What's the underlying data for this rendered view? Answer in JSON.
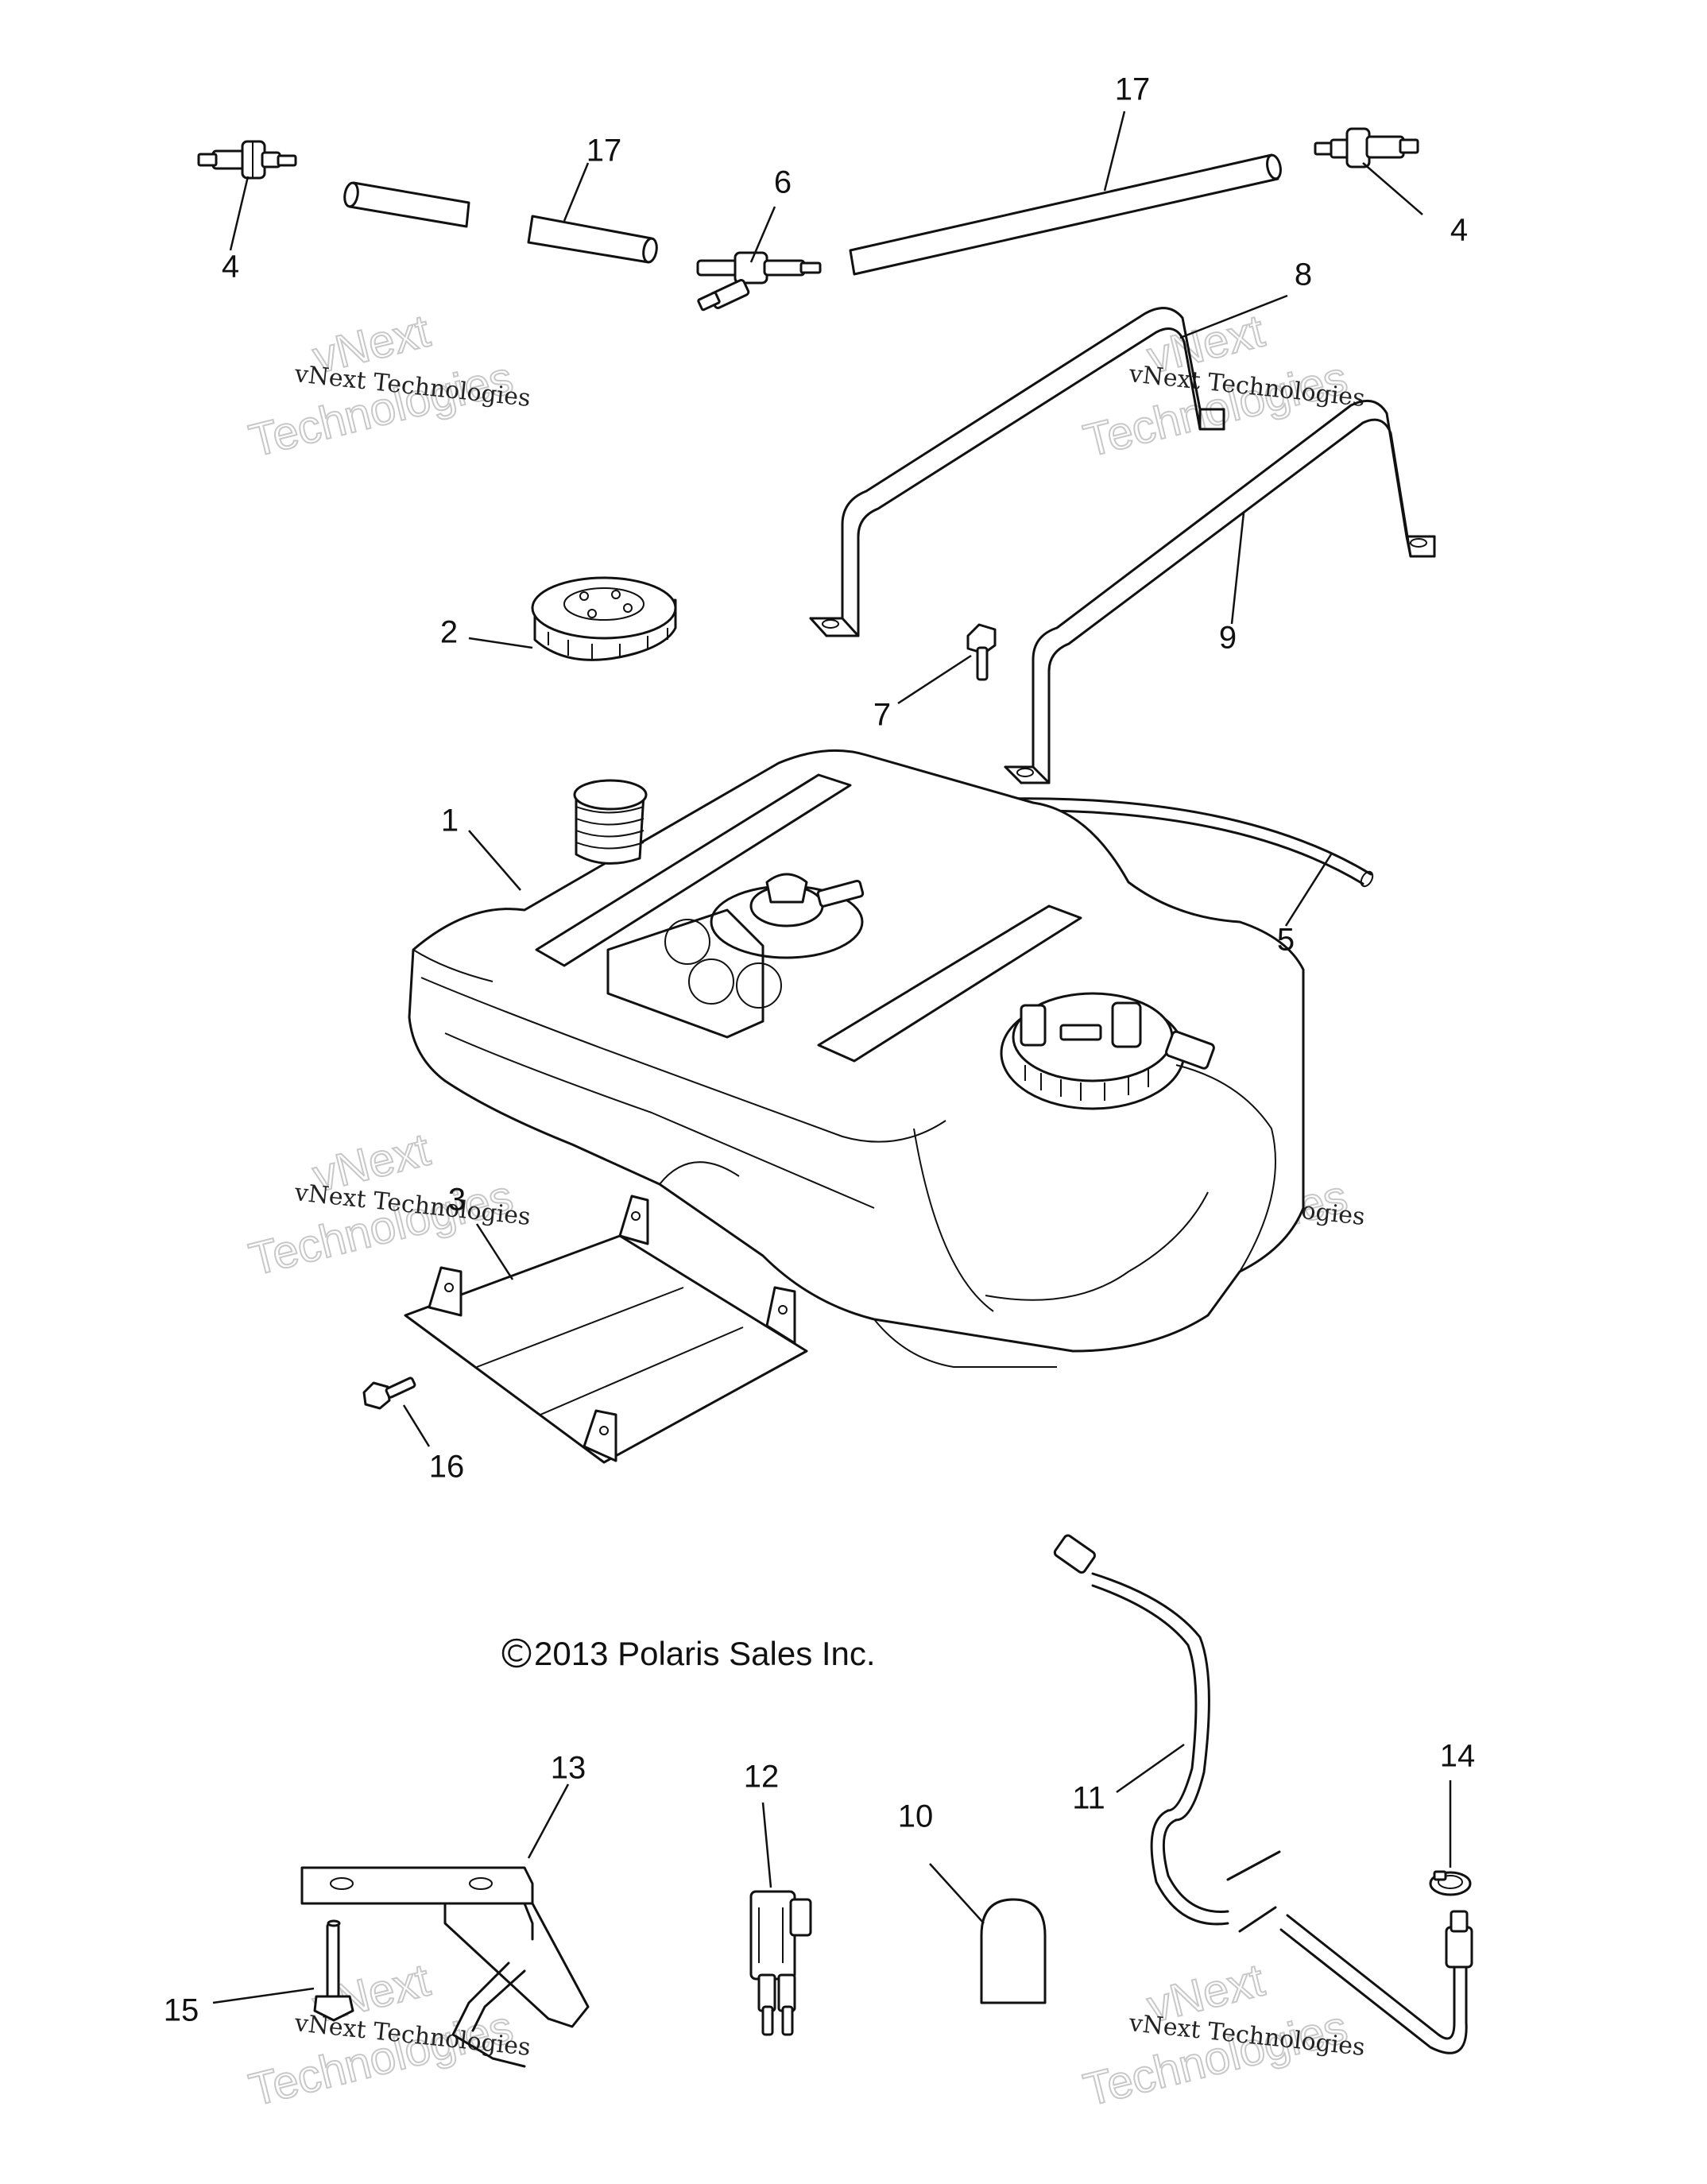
{
  "callouts": [
    {
      "id": "c1",
      "label": "1"
    },
    {
      "id": "c2",
      "label": "2"
    },
    {
      "id": "c3",
      "label": "3"
    },
    {
      "id": "c4a",
      "label": "4"
    },
    {
      "id": "c4b",
      "label": "4"
    },
    {
      "id": "c5",
      "label": "5"
    },
    {
      "id": "c6",
      "label": "6"
    },
    {
      "id": "c7",
      "label": "7"
    },
    {
      "id": "c8",
      "label": "8"
    },
    {
      "id": "c9",
      "label": "9"
    },
    {
      "id": "c10",
      "label": "10"
    },
    {
      "id": "c11",
      "label": "11"
    },
    {
      "id": "c12",
      "label": "12"
    },
    {
      "id": "c13",
      "label": "13"
    },
    {
      "id": "c14",
      "label": "14"
    },
    {
      "id": "c15",
      "label": "15"
    },
    {
      "id": "c16",
      "label": "16"
    },
    {
      "id": "c17a",
      "label": "17"
    },
    {
      "id": "c17b",
      "label": "17"
    }
  ],
  "copyright": "2013 Polaris Sales Inc.",
  "watermark": {
    "small": "vNext Technologies",
    "big_line1": "vNext",
    "big_line2": "Technologies"
  }
}
